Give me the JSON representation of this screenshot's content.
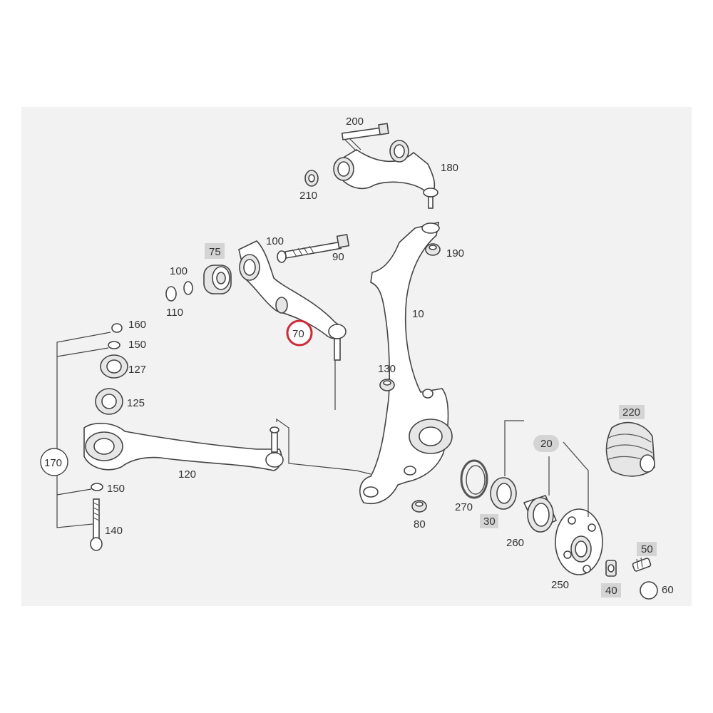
{
  "parts": [
    {
      "id": "p200",
      "label": "200"
    },
    {
      "id": "p180",
      "label": "180"
    },
    {
      "id": "p210",
      "label": "210"
    },
    {
      "id": "p100a",
      "label": "100"
    },
    {
      "id": "p90",
      "label": "90"
    },
    {
      "id": "p190",
      "label": "190"
    },
    {
      "id": "p75",
      "label": "75",
      "boxed": true
    },
    {
      "id": "p100b",
      "label": "100"
    },
    {
      "id": "p110",
      "label": "110"
    },
    {
      "id": "p10",
      "label": "10"
    },
    {
      "id": "p70",
      "label": "70",
      "highlighted": true
    },
    {
      "id": "p160",
      "label": "160"
    },
    {
      "id": "p150a",
      "label": "150"
    },
    {
      "id": "p127",
      "label": "127"
    },
    {
      "id": "p125",
      "label": "125"
    },
    {
      "id": "p130",
      "label": "130"
    },
    {
      "id": "p170",
      "label": "170",
      "circled": true
    },
    {
      "id": "p120",
      "label": "120"
    },
    {
      "id": "p150b",
      "label": "150"
    },
    {
      "id": "p140",
      "label": "140"
    },
    {
      "id": "p220",
      "label": "220",
      "boxed": true
    },
    {
      "id": "p20",
      "label": "20",
      "boxed": true
    },
    {
      "id": "p270",
      "label": "270"
    },
    {
      "id": "p30",
      "label": "30",
      "boxed": true
    },
    {
      "id": "p80",
      "label": "80"
    },
    {
      "id": "p260",
      "label": "260"
    },
    {
      "id": "p250",
      "label": "250"
    },
    {
      "id": "p50",
      "label": "50",
      "boxed": true
    },
    {
      "id": "p40",
      "label": "40",
      "boxed": true
    },
    {
      "id": "p60",
      "label": "60"
    }
  ],
  "colors": {
    "background": "#ffffff",
    "panel": "#f2f2f2",
    "line": "#444444",
    "label_box": "#d4d4d4",
    "highlight": "#cc2a36"
  }
}
